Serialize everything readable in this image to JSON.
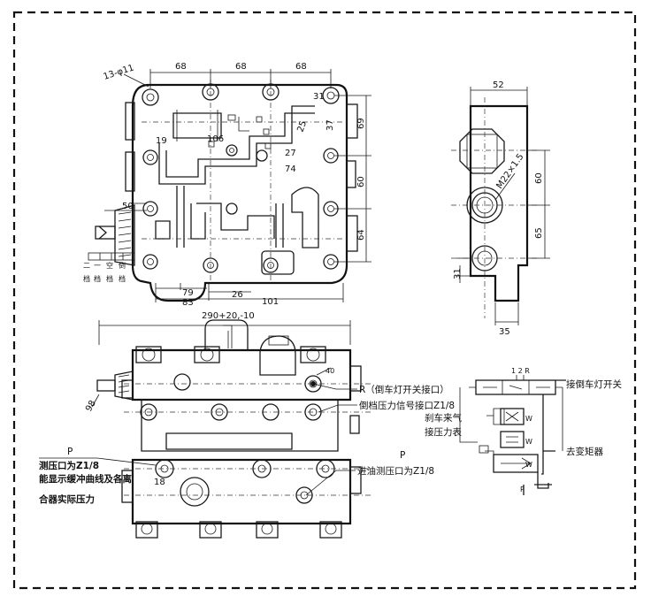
{
  "top_view": {
    "dims_top": [
      "68",
      "68",
      "68"
    ],
    "hole_callout": "13-φ11",
    "dims_inner": [
      "31",
      "106",
      "19",
      "25",
      "27",
      "74",
      "37"
    ],
    "dims_right": [
      "69",
      "60",
      "64"
    ],
    "dims_left": [
      "50"
    ],
    "dims_bottom": [
      "79",
      "83",
      "26",
      "101"
    ],
    "port_labels": [
      "二",
      "一",
      "空",
      "倒"
    ],
    "port_labels_2": [
      "档",
      "档",
      "档",
      "档"
    ]
  },
  "side_view": {
    "dim_top": "52",
    "dim_thread": "M22×1.5",
    "dims_right": [
      "60",
      "65"
    ],
    "dims_bottom": [
      "31",
      "35"
    ]
  },
  "front_view": {
    "overall_width": "290+20,-10",
    "dim_40": "40",
    "dim_98": "98",
    "dim_18": "18",
    "label_r": "R（倒车灯开关接口）",
    "label_reverse_pressure": "倒档压力信号接口Z1/8",
    "label_p_left_letter": "P",
    "label_p_left_1": "测压口为Z1/8",
    "label_p_left_2": "能显示缓冲曲线及各离",
    "label_p_left_3": "合器实际压力",
    "label_p_right_letter": "P",
    "label_p_right": "进油测压口为Z1/8"
  },
  "schematic": {
    "ports_top": "1 2 R",
    "label_reverse_switch": "接倒车灯开关",
    "label_brake_air": "刹车来气",
    "label_pressure_gauge": "接压力表",
    "label_torque_converter": "去变矩器",
    "spring_label": "W",
    "port_bottom": "P"
  }
}
